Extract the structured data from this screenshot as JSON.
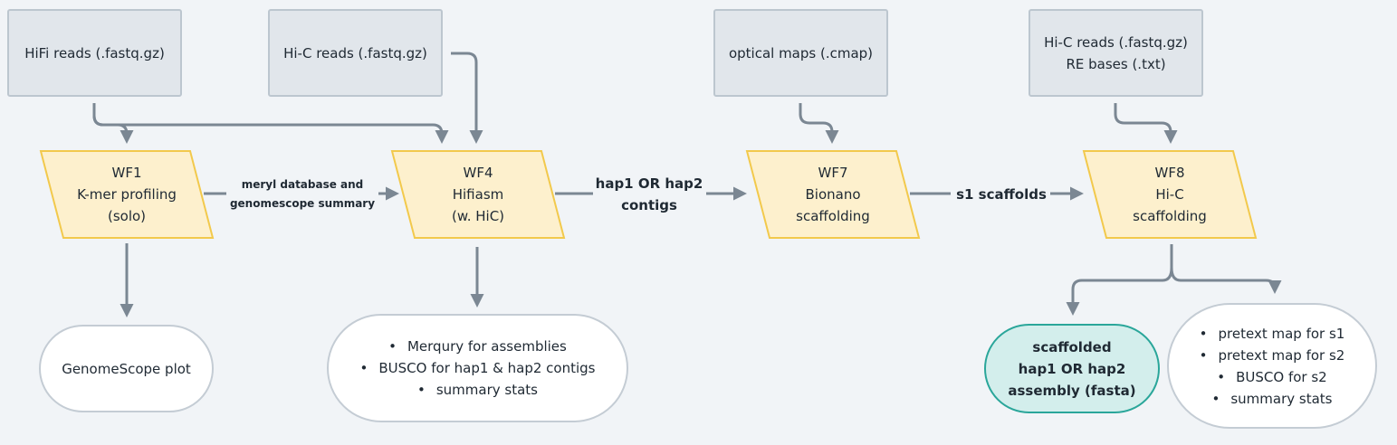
{
  "inputs": {
    "hifi": "HiFi reads (.fastq.gz)",
    "hic": "Hi-C reads (.fastq.gz)",
    "optical": "optical maps (.cmap)",
    "hic2_line1": "Hi-C reads (.fastq.gz)",
    "hic2_line2": "RE bases (.txt)"
  },
  "workflows": {
    "wf1": {
      "line1": "WF1",
      "line2": "K-mer profiling",
      "line3": "(solo)"
    },
    "wf4": {
      "line1": "WF4",
      "line2": "Hifiasm",
      "line3": "(w. HiC)"
    },
    "wf7": {
      "line1": "WF7",
      "line2": "Bionano",
      "line3": "scaffolding"
    },
    "wf8": {
      "line1": "WF8",
      "line2": "Hi-C",
      "line3": "scaffolding"
    }
  },
  "edges": {
    "wf1_wf4_line1": "meryl database and",
    "wf1_wf4_line2": "genomescope summary",
    "wf4_wf7_line1": "hap1 OR hap2",
    "wf4_wf7_line2": "contigs",
    "wf7_wf8": "s1 scaffolds"
  },
  "outputs": {
    "genomescope": "GenomeScope plot",
    "wf4_items": [
      "Merqury for assemblies",
      "BUSCO for hap1 & hap2 contigs",
      "summary stats"
    ],
    "final_line1": "scaffolded",
    "final_line2": "hap1 OR hap2",
    "final_line3": "assembly (fasta)",
    "wf8_items": [
      "pretext map for s1",
      "pretext map for s2",
      "BUSCO for s2",
      "summary stats"
    ]
  },
  "colors": {
    "input_fill": "#e1e6eb",
    "workflow_fill": "#fdf0cd",
    "workflow_stroke": "#f2c94c",
    "final_fill": "#d3eeec",
    "final_stroke": "#2aa69a",
    "arrow": "#7b8793"
  }
}
